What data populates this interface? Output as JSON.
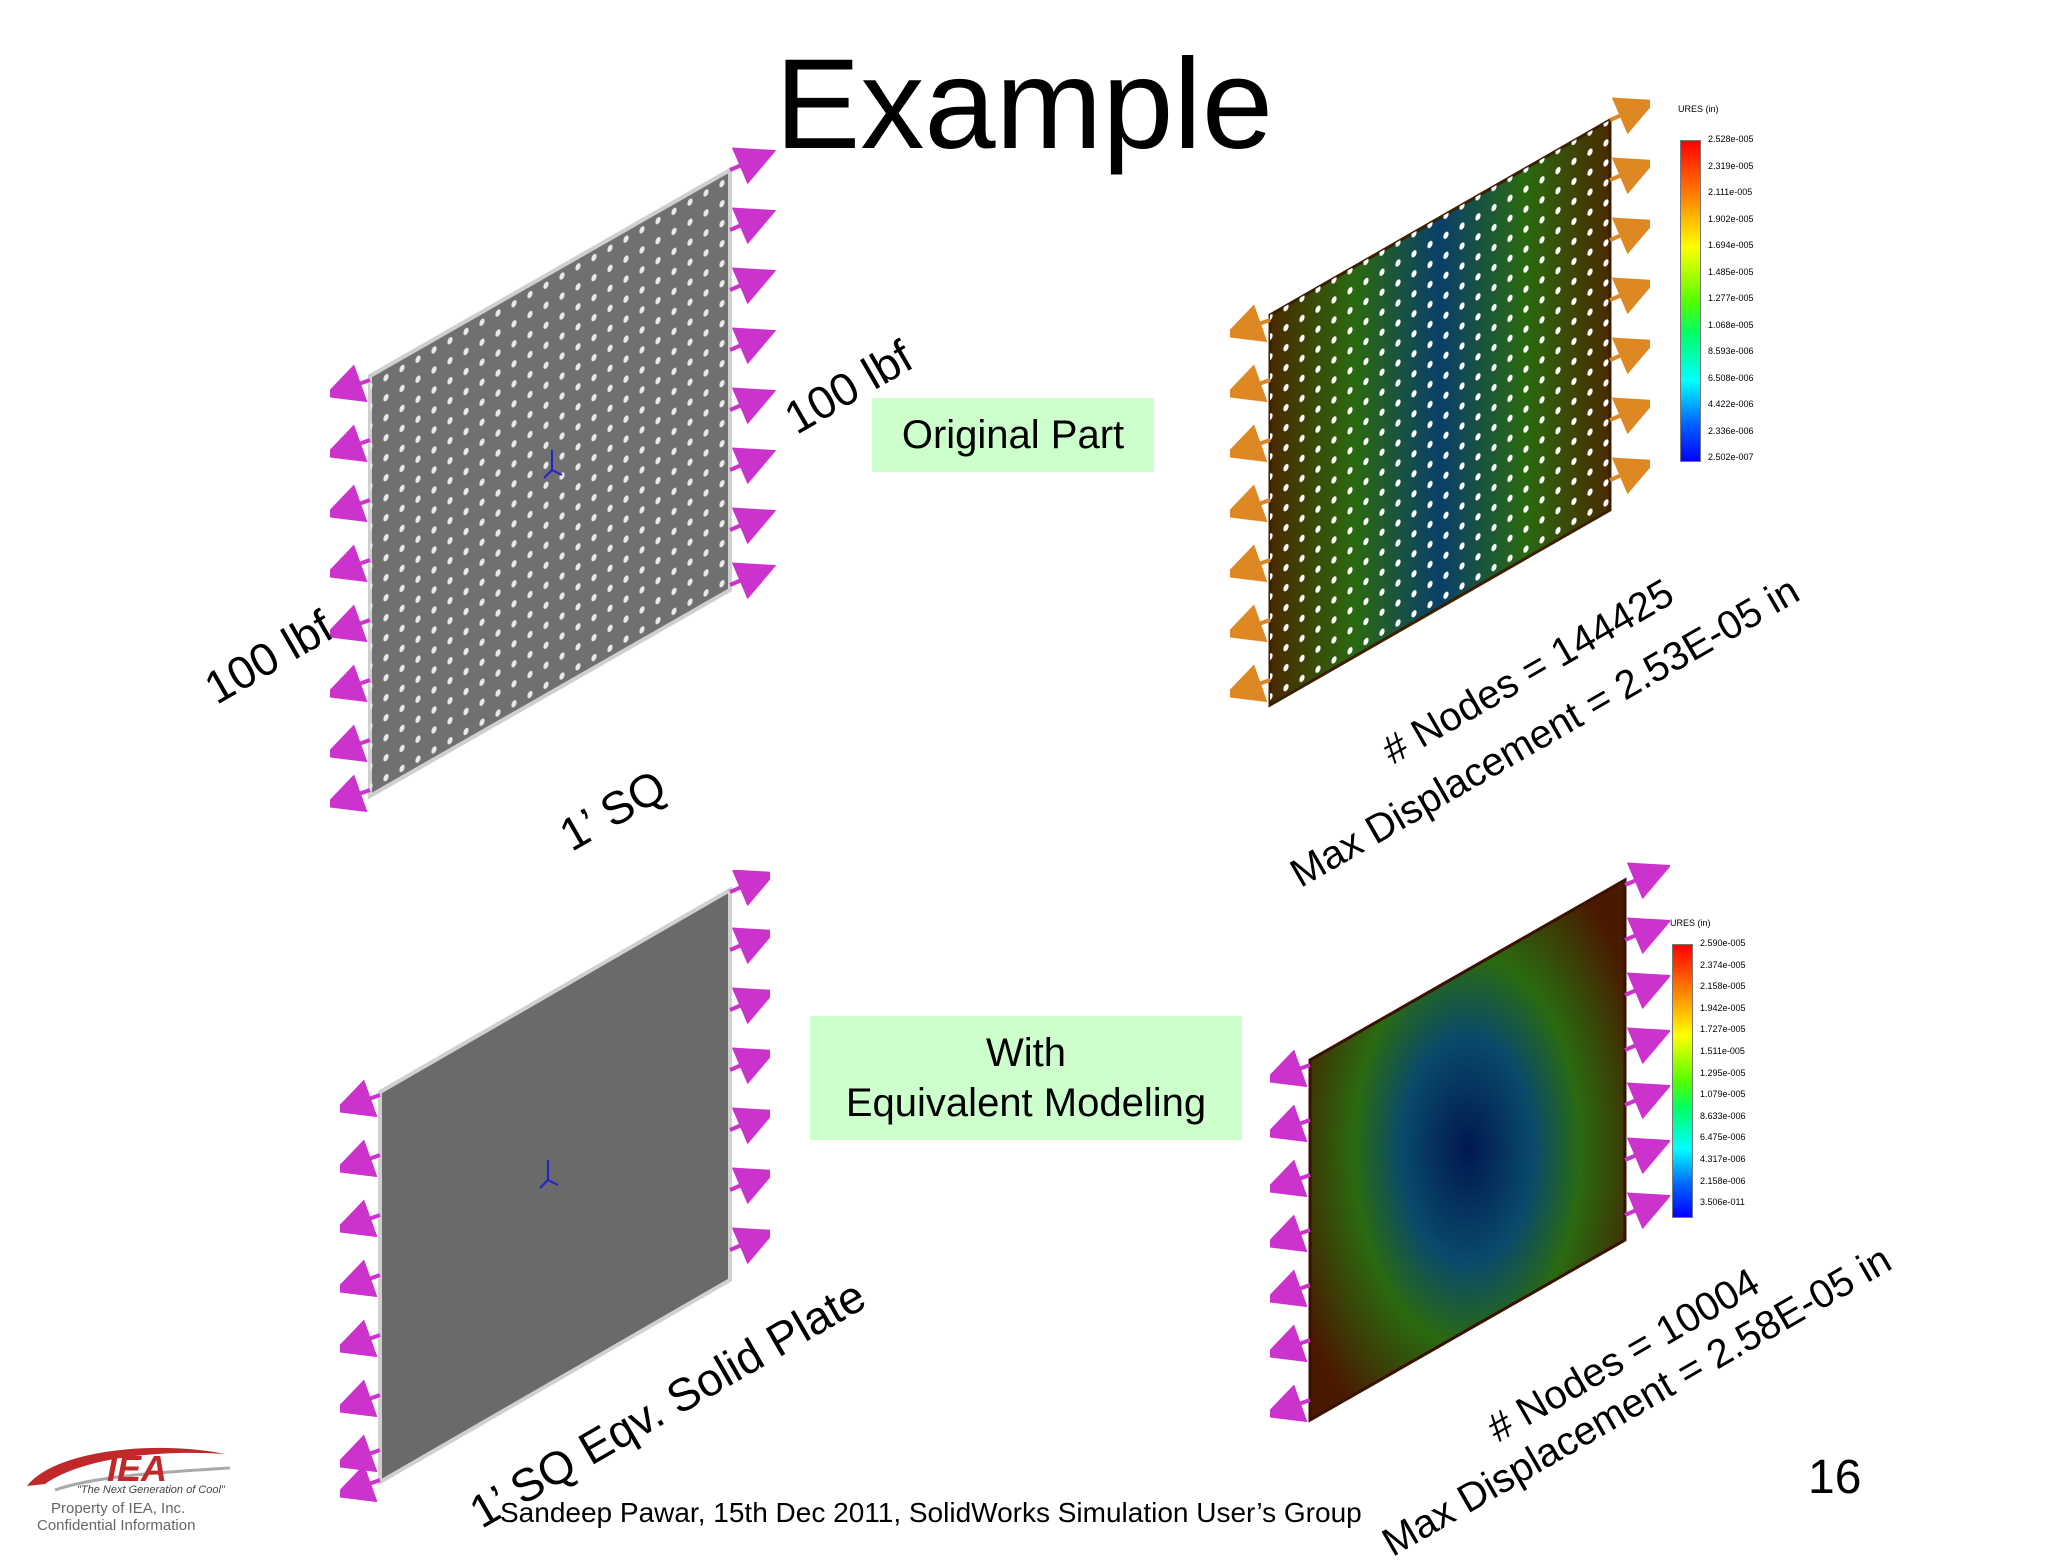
{
  "title": "Example",
  "original_box": "Original Part",
  "equivalent_box": {
    "line1": "With",
    "line2": "Equivalent Modeling"
  },
  "labels": {
    "force_left": "100 lbf",
    "force_right": "100 lbf",
    "size_top": "1’ SQ",
    "size_bottom": "1’ SQ Eqv. Solid Plate"
  },
  "top_result": {
    "nodes": "# Nodes = 144425",
    "max_disp": "Max Displacement = 2.53E-05 in",
    "legend_title": "URES (in)",
    "legend": [
      "2.528e-005",
      "2.319e-005",
      "2.111e-005",
      "1.902e-005",
      "1.694e-005",
      "1.485e-005",
      "1.277e-005",
      "1.068e-005",
      "8.593e-006",
      "6.508e-006",
      "4.422e-006",
      "2.336e-006",
      "2.502e-007"
    ]
  },
  "bottom_result": {
    "nodes": "# Nodes = 10004",
    "max_disp": "Max Displacement = 2.58E-05 in",
    "legend_title": "URES (in)",
    "legend": [
      "2.590e-005",
      "2.374e-005",
      "2.158e-005",
      "1.942e-005",
      "1.727e-005",
      "1.511e-005",
      "1.295e-005",
      "1.079e-005",
      "8.633e-006",
      "6.475e-006",
      "4.317e-006",
      "2.158e-006",
      "3.506e-011"
    ]
  },
  "footer": "Sandeep Pawar, 15th Dec 2011, SolidWorks Simulation User’s Group",
  "page_number": "16",
  "logo": {
    "text": "IEA",
    "tagline": "\"The Next Generation of Cool\"",
    "line1": "Property of IEA, Inc.",
    "line2": "Confidential Information"
  },
  "colors": {
    "arrow_magenta": "#cc33cc",
    "arrow_orange": "#dd8822",
    "plate_gray": "#6e6e6e",
    "box_green": "#ccffcc",
    "logo_red": "#c0282a"
  }
}
